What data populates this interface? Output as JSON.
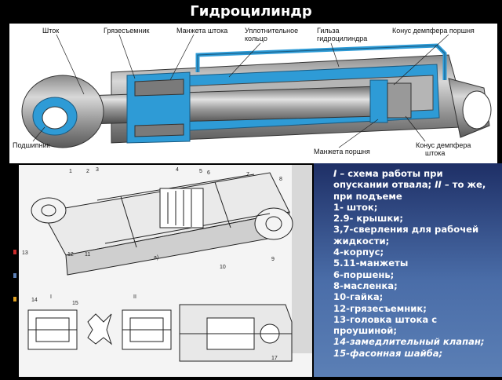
{
  "title": "Гидроцилиндр",
  "diagram_labels": {
    "rod": "Шток",
    "scraper": "Грязесъемник",
    "rod_cuff": "Манжета штока",
    "seal_ring_1": "Уплотнительное",
    "seal_ring_2": "кольцо",
    "sleeve_1": "Гильза",
    "sleeve_2": "гидроцилиндра",
    "piston_damper_cone": "Конус демпфера поршня",
    "bearing": "Подшипник",
    "piston_cuff": "Манжета поршня",
    "rod_damper_cone_1": "Конус демпфера",
    "rod_damper_cone_2": "штока"
  },
  "sketch_labels": {
    "n1": "1",
    "n2": "2",
    "n3": "3",
    "n4": "4",
    "n5": "5",
    "n6": "6",
    "n7": "7",
    "n8": "8",
    "n9": "9",
    "n10": "10",
    "n11": "11",
    "n12": "12",
    "n13": "13",
    "n14": "14",
    "n15": "15",
    "n17": "17",
    "fig_a": "а)",
    "roman_1": "I",
    "roman_2": "II"
  },
  "legend": {
    "l1a": "I",
    "l1b": " – схема работы при опускании отвала; ",
    "l1c": "II",
    "l1d": " – то же, при подъеме",
    "l2": "1- шток;",
    "l3": "2.9- крышки;",
    "l4": "3,7-сверления для рабочей жидкости;",
    "l5": "4-корпус;",
    "l6": "5.11-манжеты",
    "l7": "6-поршень;",
    "l8": "8-масленка;",
    "l9": "10-гайка;",
    "l10": "12-грязесъемник;",
    "l11": "13-головка штока с проушиной;",
    "l12": "14-замедлительный клапан;",
    "l13": "15-фасонная шайба;"
  },
  "colors": {
    "hydraulic_blue": "#2e9bd6",
    "metal_gray": "#9a9a9a",
    "panel_blue": "#4a6da8"
  }
}
